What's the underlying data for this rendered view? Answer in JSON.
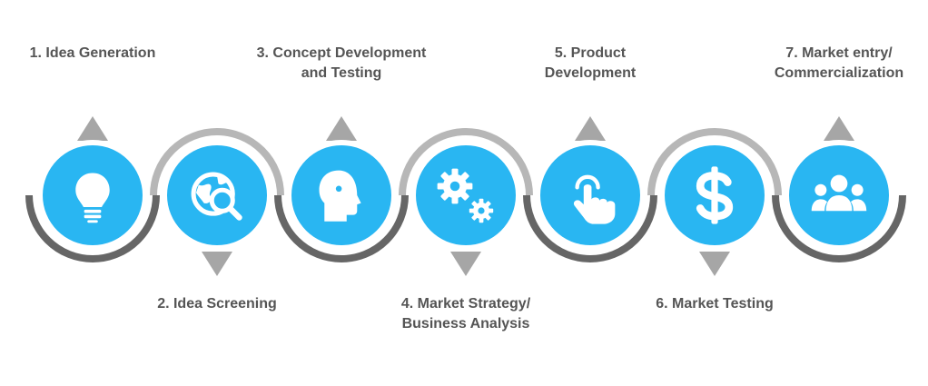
{
  "colors": {
    "circle_fill": "#29b6f2",
    "arc_light": "#b7b7b7",
    "arc_dark": "#666666",
    "arrow": "#a6a6a6",
    "icon": "#ffffff",
    "label_text": "#555555"
  },
  "steps": [
    {
      "label": "1. Idea Generation",
      "icon": "lightbulb-icon",
      "arrow": "up"
    },
    {
      "label": "2. Idea Screening",
      "icon": "globe-search-icon",
      "arrow": "down"
    },
    {
      "label": "3. Concept Development\nand Testing",
      "icon": "head-gear-icon",
      "arrow": "up"
    },
    {
      "label": "4. Market Strategy/\nBusiness Analysis",
      "icon": "gears-icon",
      "arrow": "down"
    },
    {
      "label": "5. Product\nDevelopment",
      "icon": "touch-hand-icon",
      "arrow": "up"
    },
    {
      "label": "6. Market Testing",
      "icon": "dollar-icon",
      "arrow": "down"
    },
    {
      "label": "7. Market entry/\nCommercialization",
      "icon": "people-icon",
      "arrow": "up"
    }
  ]
}
